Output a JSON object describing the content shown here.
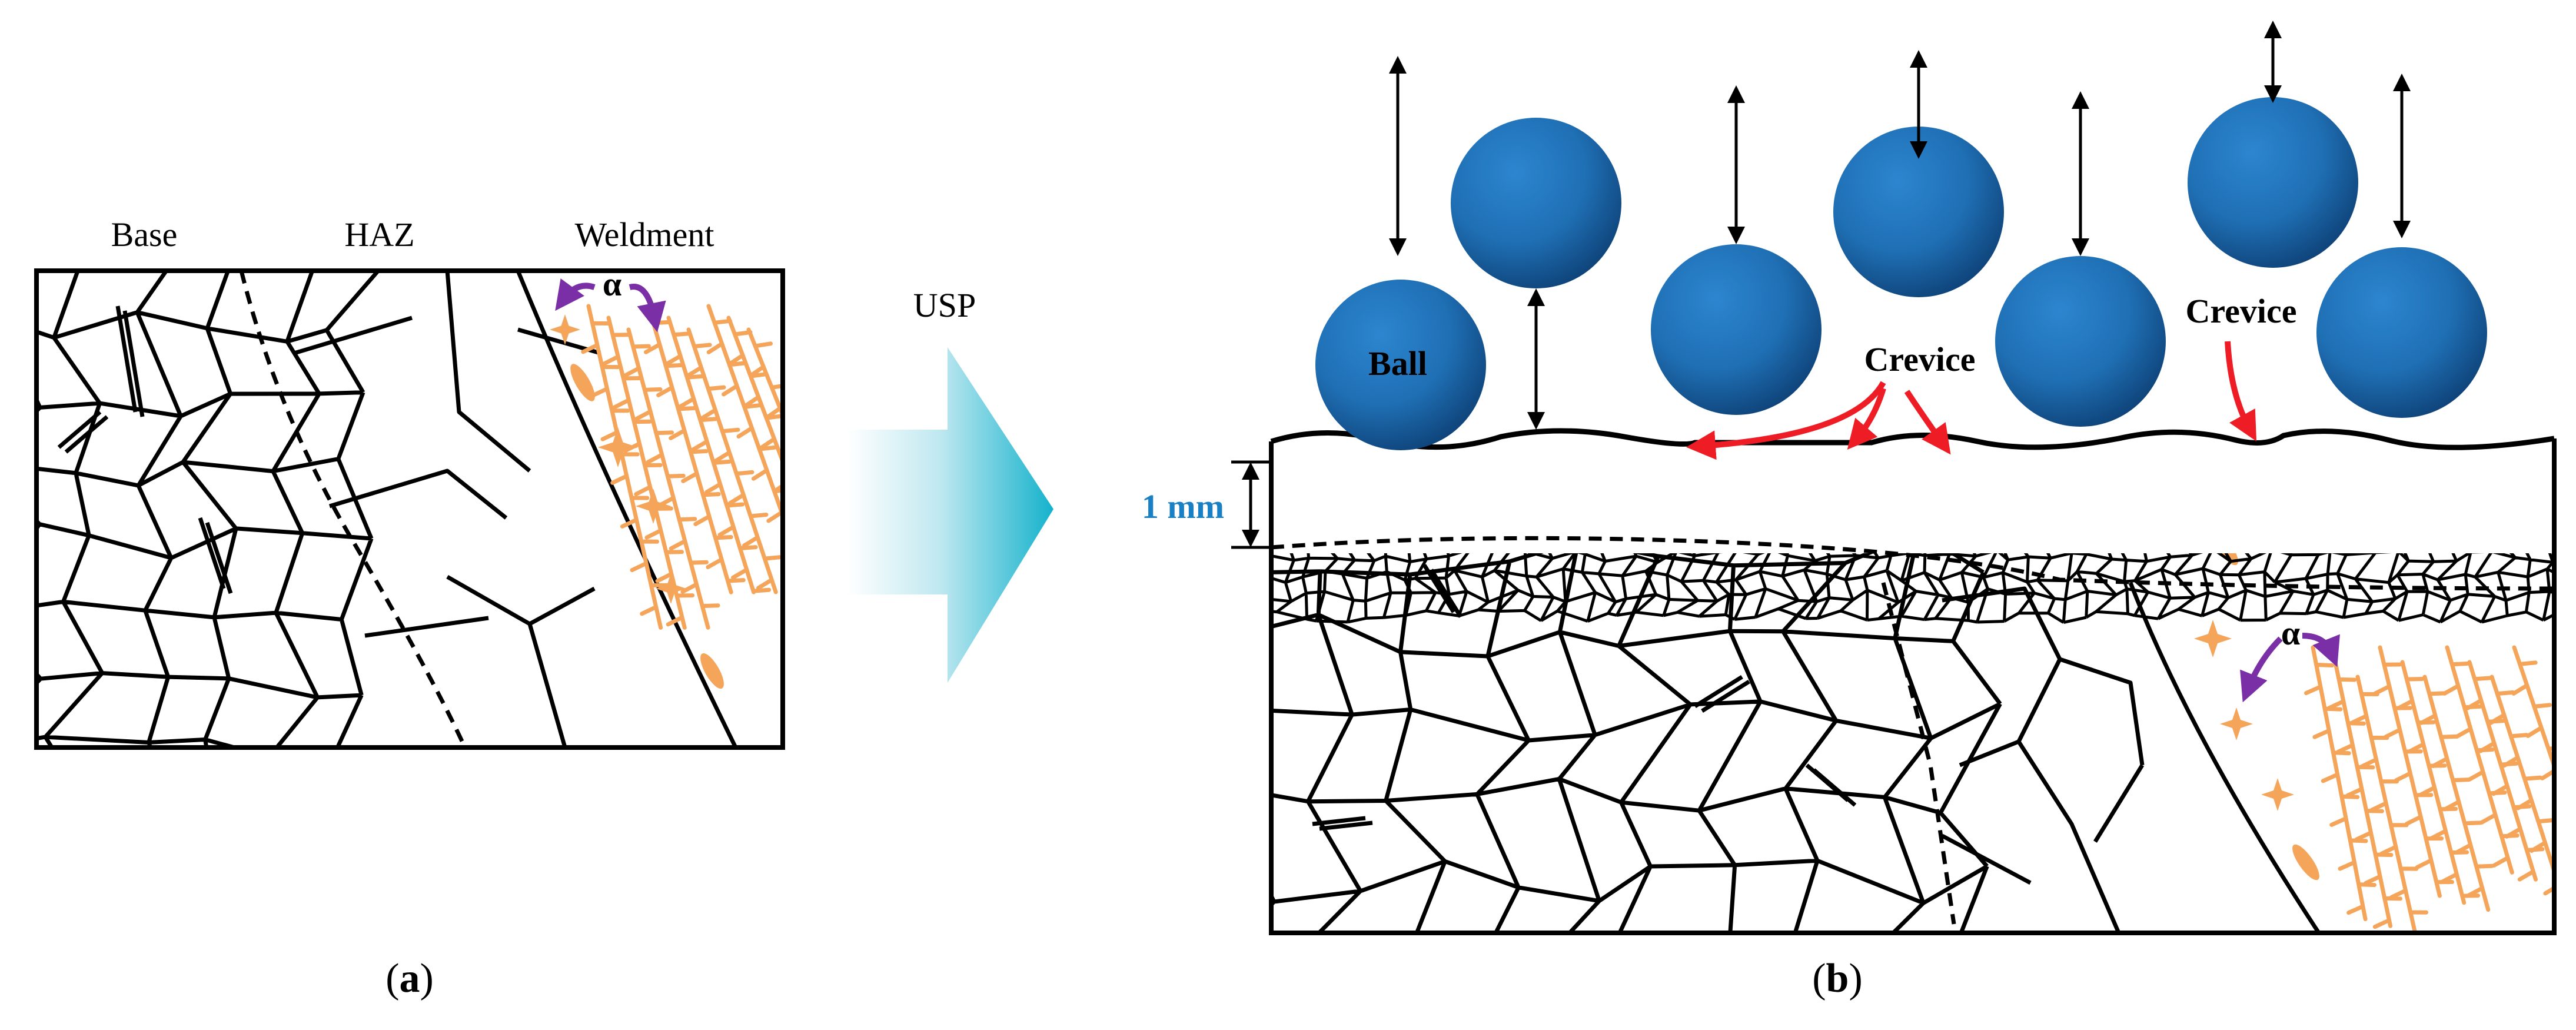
{
  "panel_a": {
    "regions": [
      "Base",
      "HAZ",
      "Weldment"
    ],
    "phase_label": "α",
    "caption_letter": "a"
  },
  "arrow": {
    "label": "USP"
  },
  "panel_b": {
    "ball_label": "Ball",
    "crevice_labels": [
      "Crevice",
      "Crevice"
    ],
    "depth_label": "1 mm",
    "phase_label": "α",
    "caption_letter": "b"
  },
  "colors": {
    "ball": "#1f6fb4",
    "ball_dark": "#0d3f74",
    "dendrite": "#f5a55a",
    "red_arrow": "#ee1c25",
    "alpha_arrow": "#7b2fa6",
    "depth_label": "#1a80c4",
    "usp_arrow": "#1eb5d0"
  },
  "icons": [
    "double-headed-arrow-icon",
    "curved-arrow-icon"
  ]
}
